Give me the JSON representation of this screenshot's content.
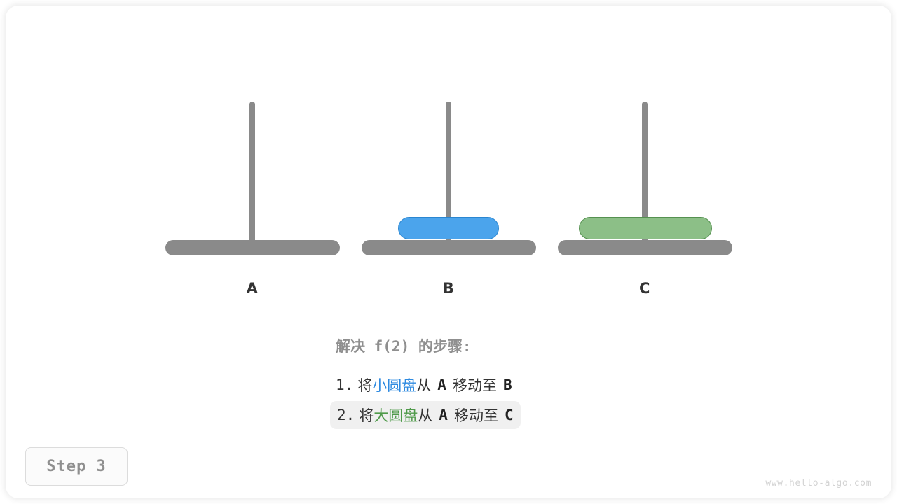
{
  "figure": {
    "title_caption": "解决 f(2) 的步骤:",
    "step_badge_label": "Step 3",
    "watermark": "www.hello-algo.com"
  },
  "colors": {
    "small_disk": "#4BA4EC",
    "small_disk_border": "#2a86d0",
    "large_disk": "#8CBF87",
    "large_disk_border": "#559150",
    "pole": "#8a8a8a",
    "highlight_bg": "#f0f0f0",
    "caption_gray": "#8f8f8f",
    "text_dark": "#333333"
  },
  "towers": [
    {
      "id": "A",
      "label": "A",
      "disks": []
    },
    {
      "id": "B",
      "label": "B",
      "disks": [
        {
          "name": "small",
          "size": "small",
          "color_key": "small_disk"
        }
      ]
    },
    {
      "id": "C",
      "label": "C",
      "disks": [
        {
          "name": "large",
          "size": "large",
          "color_key": "large_disk"
        }
      ]
    }
  ],
  "steps": [
    {
      "index": "1.",
      "verb": "将",
      "object": "小圆盘",
      "object_color": "blue",
      "from_word": "从",
      "from_peg": "A",
      "move_word": "移动至",
      "to_peg": "B",
      "highlighted": false
    },
    {
      "index": "2.",
      "verb": "将",
      "object": "大圆盘",
      "object_color": "green",
      "from_word": "从",
      "from_peg": "A",
      "move_word": "移动至",
      "to_peg": "C",
      "highlighted": true
    }
  ]
}
